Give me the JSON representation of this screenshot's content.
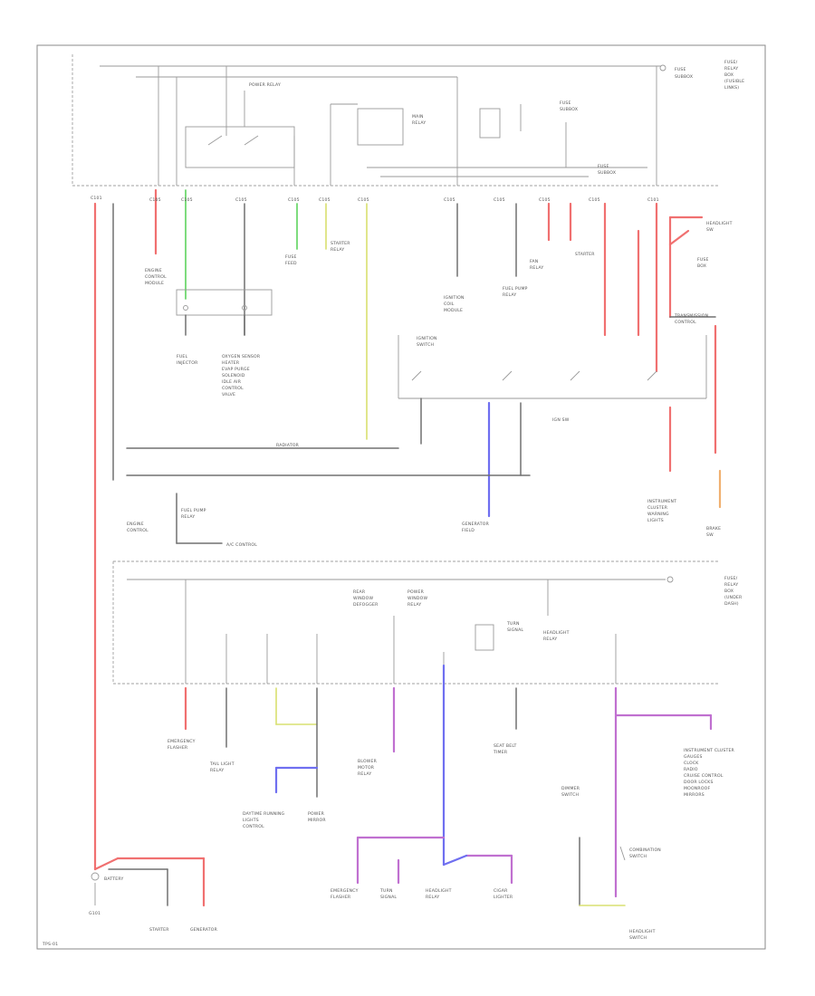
{
  "diagram": {
    "footer_code": "TPS-01",
    "fuse_box_top": [
      "FUSE/",
      "RELAY",
      "BOX",
      "(FUSIBLE",
      "LINKS)"
    ],
    "fuse_box_bottom": [
      "FUSE/",
      "RELAY",
      "BOX",
      "(UNDER",
      "DASH)"
    ],
    "ignition_switch": "IGN SW",
    "ground_labels": [
      "G101"
    ],
    "connector_labels": [
      "C105",
      "C101"
    ],
    "battery": "BATTERY",
    "starter": "STARTER",
    "generator": "GENERATOR"
  }
}
